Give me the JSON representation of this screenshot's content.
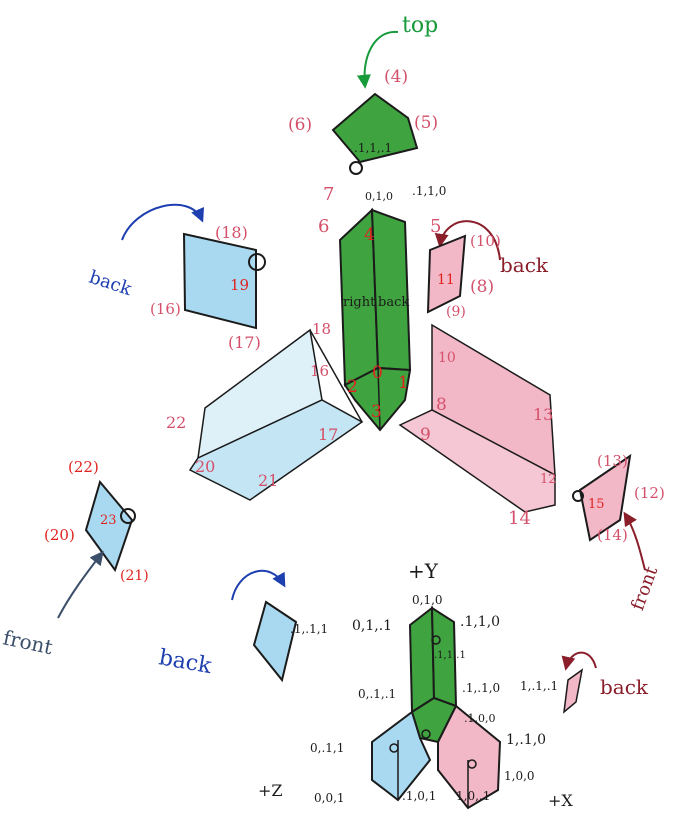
{
  "top_arrow": "top",
  "top_face": {
    "idx": [
      "(4)",
      "(5)",
      "(6)"
    ],
    "coord": ".1,1,.1"
  },
  "center_column": {
    "top_numbers": [
      "7",
      "5",
      "6",
      "4"
    ],
    "coords": [
      "0,1,0",
      ".1,1,0"
    ],
    "face_labels": [
      "right",
      "back"
    ],
    "bottom_numbers": [
      "2",
      "0",
      "1",
      "3"
    ]
  },
  "left_back_face": {
    "arrow": "back",
    "idx": [
      "(18)",
      "19",
      "(16)",
      "(17)"
    ]
  },
  "right_back_face": {
    "arrow": "back",
    "idx": [
      "(10)",
      "11",
      "(9)",
      "(8)"
    ]
  },
  "left_wing": {
    "idx": [
      "18",
      "16",
      "22",
      "17",
      "20",
      "21"
    ]
  },
  "right_wing": {
    "idx": [
      "10",
      "8",
      "13",
      "9",
      "12",
      "14"
    ]
  },
  "left_front_face": {
    "arrow": "front",
    "idx": [
      "(22)",
      "23",
      "(20)",
      "(21)"
    ]
  },
  "right_front_face": {
    "arrow": "front",
    "idx": [
      "(13)",
      "15",
      "(12)",
      "(14)"
    ]
  },
  "bottom_left_face": {
    "arrow": "back",
    "coord": ".1,.1,1"
  },
  "bottom_right_face": {
    "arrow": "back",
    "coord": "1,.1,.1"
  },
  "axes": {
    "y": "+Y",
    "z": "+Z",
    "x": "+X"
  },
  "bottom_model_coords": [
    "0,1,0",
    "0,1,.1",
    ".1,1,0",
    ".1,1,.1",
    "0,.1,.1",
    ".1,.1,0",
    ".1,0,0",
    "0,.1,1",
    "1,.1,0",
    "0,0,1",
    ".1,0,1",
    "1,0,.1",
    "1,0,0"
  ],
  "colors": {
    "green": "#3fa33f",
    "light_blue": "#a9d9f0",
    "pink": "#f2b8c8",
    "ink": "#1b1b1b"
  }
}
